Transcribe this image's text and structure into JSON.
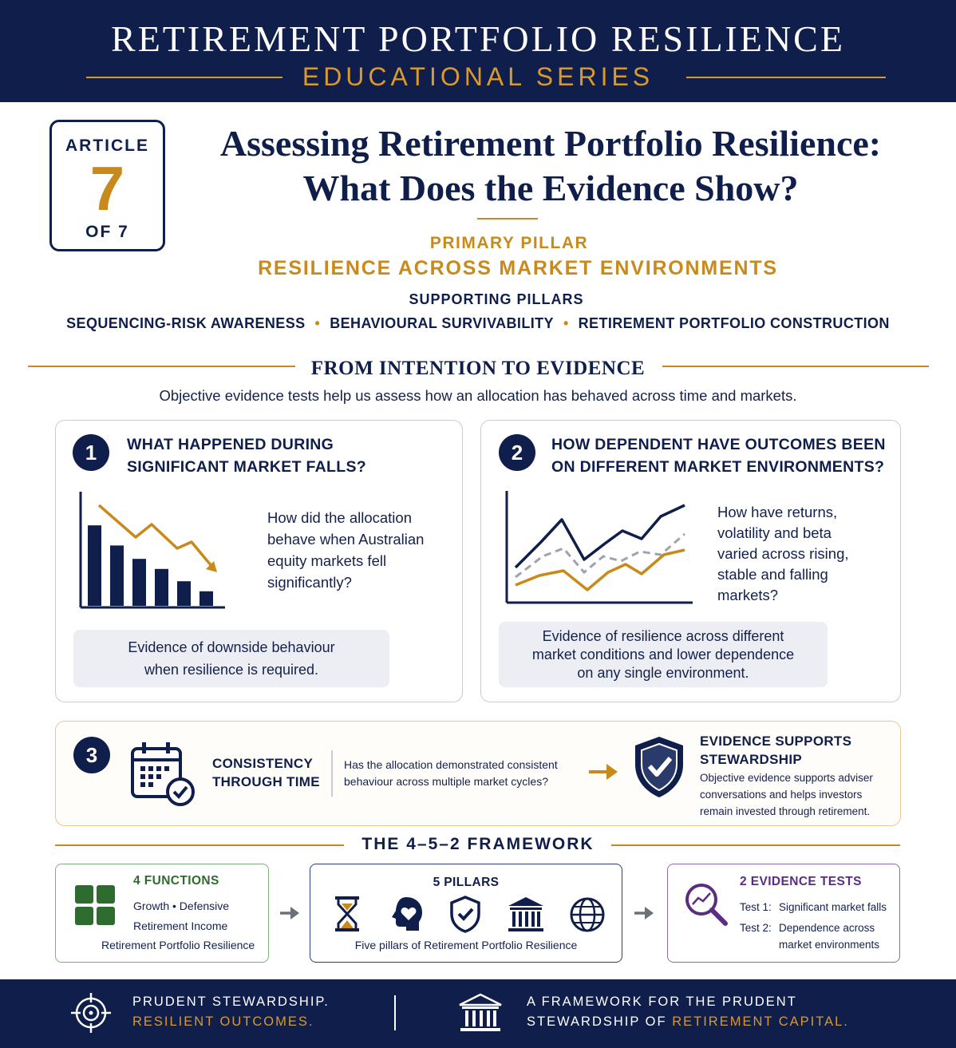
{
  "header": {
    "title": "RETIREMENT PORTFOLIO RESILIENCE",
    "subtitle": "EDUCATIONAL SERIES"
  },
  "article": {
    "label_top": "ARTICLE",
    "number": "7",
    "label_bottom": "OF 7",
    "title_line1": "Assessing Retirement Portfolio Resilience:",
    "title_line2": "What Does the Evidence Show?"
  },
  "pillars": {
    "primary_label": "PRIMARY PILLAR",
    "primary_value": "RESILIENCE ACROSS MARKET ENVIRONMENTS",
    "supporting_label": "SUPPORTING PILLARS",
    "supporting": [
      "SEQUENCING-RISK AWARENESS",
      "BEHAVIOURAL SURVIVABILITY",
      "RETIREMENT PORTFOLIO CONSTRUCTION"
    ],
    "separator": "•"
  },
  "section": {
    "heading": "FROM INTENTION TO EVIDENCE",
    "subtitle": "Objective evidence tests help us assess how an allocation has behaved across time and markets."
  },
  "card1": {
    "number": "1",
    "title_line1": "WHAT HAPPENED DURING",
    "title_line2": "SIGNIFICANT MARKET FALLS?",
    "question": [
      "How did the allocation",
      "behave when Australian",
      "equity markets fell",
      "significantly?"
    ],
    "evidence": [
      "Evidence of downside behaviour",
      "when resilience is required."
    ],
    "bars": [
      0.72,
      0.54,
      0.42,
      0.33,
      0.22,
      0.13
    ]
  },
  "card2": {
    "number": "2",
    "title_line1": "HOW DEPENDENT HAVE OUTCOMES BEEN",
    "title_line2": "ON DIFFERENT MARKET ENVIRONMENTS?",
    "question": [
      "How have returns,",
      "volatility and beta",
      "varied across rising,",
      "stable and falling",
      "markets?"
    ],
    "evidence": [
      "Evidence of resilience across different",
      "market conditions and lower dependence",
      "on any single environment."
    ]
  },
  "card3": {
    "number": "3",
    "label_line1": "CONSISTENCY",
    "label_line2": "THROUGH TIME",
    "question_line1": "Has the allocation demonstrated consistent",
    "question_line2": "behaviour across multiple market cycles?",
    "outcome_title_line1": "EVIDENCE SUPPORTS",
    "outcome_title_line2": "STEWARDSHIP",
    "outcome_text": [
      "Objective evidence supports adviser",
      "conversations and helps investors",
      "remain invested through retirement."
    ]
  },
  "framework": {
    "heading": "THE 4–5–2 FRAMEWORK",
    "functions": {
      "title": "4 FUNCTIONS",
      "line1": "Growth • Defensive",
      "line2": "Retirement Income",
      "line3": "Retirement Portfolio Resilience"
    },
    "pillars": {
      "title": "5 PILLARS",
      "caption": "Five pillars of Retirement Portfolio Resilience"
    },
    "tests": {
      "title": "2 EVIDENCE TESTS",
      "test1_label": "Test 1:",
      "test1_text": "Significant market falls",
      "test2_label": "Test 2:",
      "test2_text_line1": "Dependence across",
      "test2_text_line2": "market environments"
    }
  },
  "footer": {
    "left_line1": "PRUDENT STEWARDSHIP.",
    "left_line2": "RESILIENT OUTCOMES.",
    "right_line1": "A FRAMEWORK FOR THE PRUDENT",
    "right_line2_prefix": "STEWARDSHIP OF ",
    "right_line2_highlight": "RETIREMENT CAPITAL."
  },
  "colors": {
    "navy": "#0f1e4a",
    "gold": "#c98a1c",
    "green": "#2e6b2e",
    "purple": "#5b2d82"
  }
}
